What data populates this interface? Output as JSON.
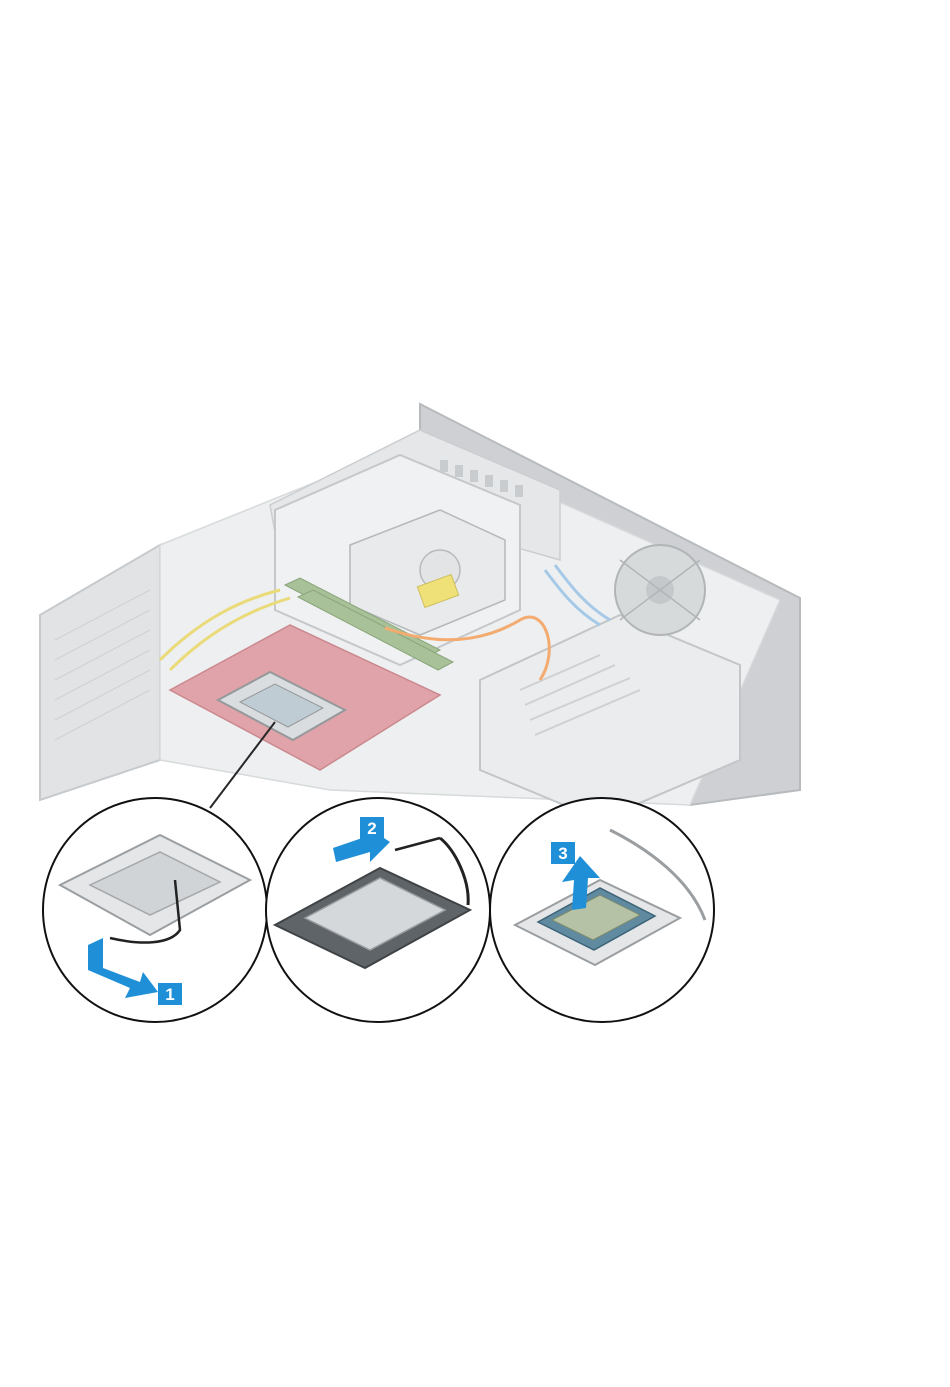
{
  "figure": {
    "colors": {
      "accent_blue": "#1f8fd8",
      "chassis_gray": "#d9dcde",
      "chassis_edge": "#b8bcbf",
      "board_red": "#d88a92",
      "ram_green": "#8fae7e",
      "cable_yellow": "#e9d96a",
      "cable_orange": "#f29d5c",
      "cable_blue": "#9cc3e6"
    },
    "callouts": [
      {
        "number": "1",
        "icon": "socket-lever-release"
      },
      {
        "number": "2",
        "icon": "socket-lever-lift"
      },
      {
        "number": "3",
        "icon": "processor-lift"
      }
    ]
  }
}
